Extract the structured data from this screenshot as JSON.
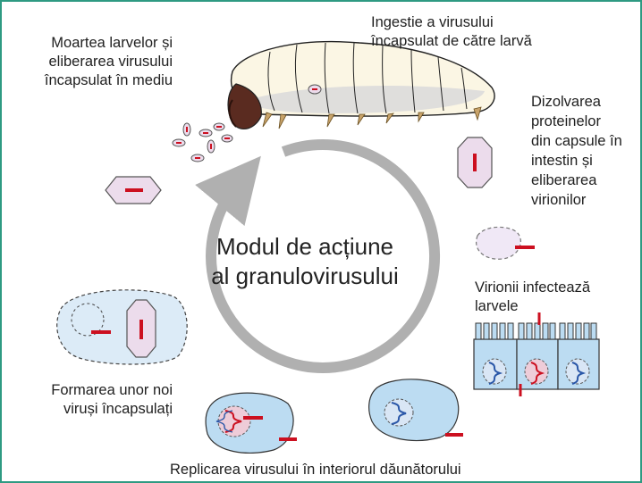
{
  "title": {
    "line1": "Modul de acțiune",
    "line2": "al granulovirusului"
  },
  "steps": {
    "ingestion": {
      "line1": "Ingestie a virusului",
      "line2": "încapsulat de către larvă"
    },
    "death": {
      "line1": "Moartea larvelor și",
      "line2": "eliberarea virusului",
      "line3": "încapsulat în mediu"
    },
    "dissolution": {
      "line1": "Dizolvarea",
      "line2": "proteinelor",
      "line3": "din capsule în",
      "line4": "intestin și",
      "line5": "eliberarea",
      "line6": "virionilor"
    },
    "infection": {
      "line1": "Virionii infectează",
      "line2": "larvele"
    },
    "formation": {
      "line1": "Formarea unor noi",
      "line2": "viruși încapsulați"
    },
    "replication": {
      "line1": "Replicarea virusului în interiorul dăunătorului"
    }
  },
  "colors": {
    "frame": "#2e9a82",
    "capsule_fill": "#ecdcec",
    "virus_red": "#cc1020",
    "cell_fill": "#bcdcf2",
    "cycle_arrow": "#b0b0b0",
    "larva_body": "#fbf6e4",
    "larva_head": "#5a2b20"
  }
}
